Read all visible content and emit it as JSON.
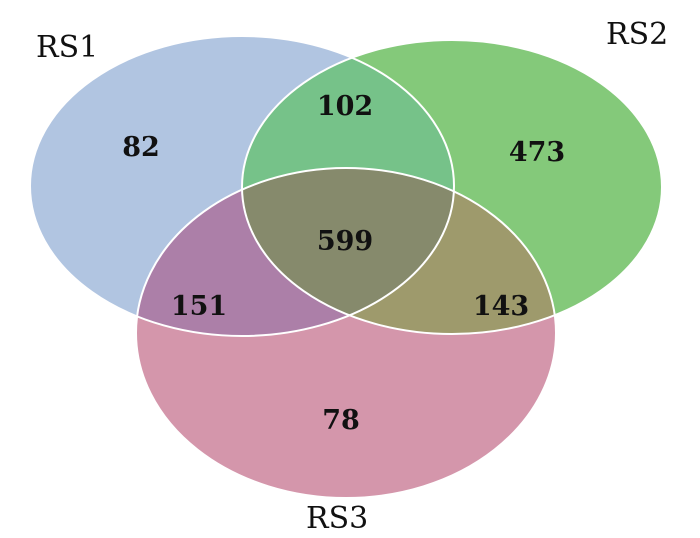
{
  "sets": [
    {
      "id": "rs1",
      "label": "RS1",
      "color": "#b1c5e1"
    },
    {
      "id": "rs2",
      "label": "RS2",
      "color": "#84c97a"
    },
    {
      "id": "rs3",
      "label": "RS3",
      "color": "#d496ab"
    }
  ],
  "regions": {
    "rs1_only": "82",
    "rs2_only": "473",
    "rs3_only": "78",
    "rs1_rs2": "102",
    "rs1_rs3": "151",
    "rs2_rs3": "143",
    "all": "599"
  },
  "overlap_colors": {
    "rs1_rs2": "#76c289",
    "rs1_rs3": "#ac7fa8",
    "rs2_rs3": "#9e9a6c",
    "all": "#868a6c"
  }
}
